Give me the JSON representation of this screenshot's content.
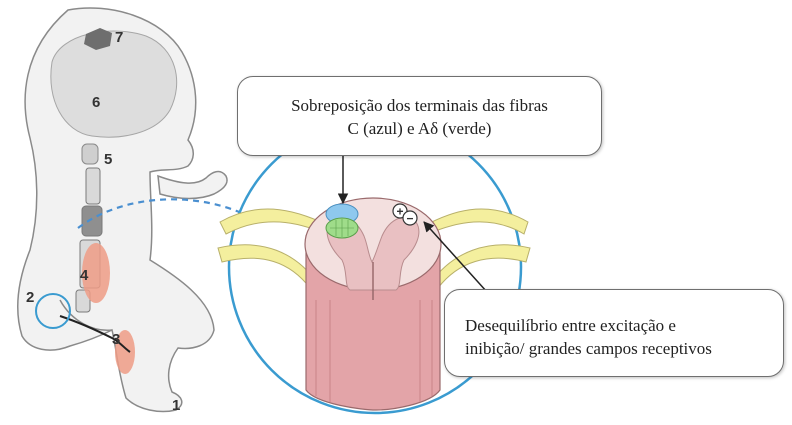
{
  "figure": {
    "body_labels": [
      "1",
      "2",
      "3",
      "4",
      "5",
      "6",
      "7"
    ],
    "callout_overlap": {
      "line1": "Sobreposição dos terminais das fibras",
      "line2": "C (azul) e Aδ (verde)"
    },
    "callout_imbalance": {
      "line1": "Desequilíbrio entre excitação e",
      "line2": "inibição/ grandes campos receptivos"
    },
    "symbols": {
      "plus": "+",
      "minus": "−"
    },
    "colors": {
      "c_fibers": "#8ec8ee",
      "a_delta_fibers": "#9fdc8a",
      "nerve": "#f4ef9e",
      "spinal_cord": "#e3a4a8",
      "inflammation": "#ef9c86",
      "circle": "#3a9bd0",
      "dashed_connector": "#4a8fd0"
    }
  }
}
